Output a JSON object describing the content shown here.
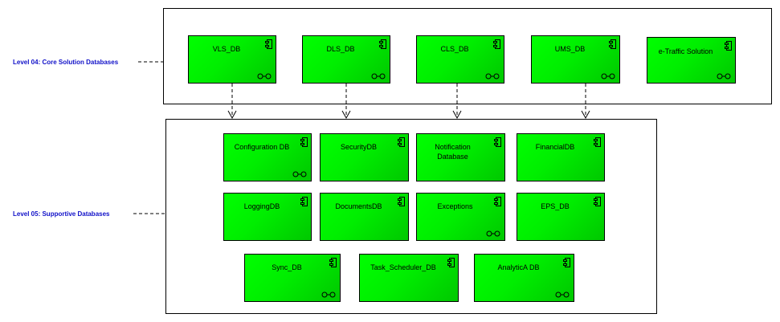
{
  "levels": {
    "core": {
      "label": "Level 04: Core Solution Databases"
    },
    "supportive": {
      "label": "Level 05: Supportive Databases"
    }
  },
  "components": {
    "vls_db": "VLS_DB",
    "dls_db": "DLS_DB",
    "cls_db": "CLS_DB",
    "ums_db": "UMS_DB",
    "e_traffic_solution": "e-Traffic Solution",
    "configuration_db": "Configuration DB",
    "security_db": "SecurityDB",
    "notification_db": "Notification Database",
    "financial_db": "FinancialDB",
    "logging_db": "LoggingDB",
    "documents_db": "DocumentsDB",
    "exceptions": "Exceptions",
    "eps_db": "EPS_DB",
    "sync_db": "Sync_DB",
    "task_scheduler_db": "Task_Scheduler_DB",
    "analytica_db": "AnalyticA DB"
  },
  "colors": {
    "component_fill": "#00ee00",
    "level_label": "#1010c8",
    "border": "#000000"
  }
}
